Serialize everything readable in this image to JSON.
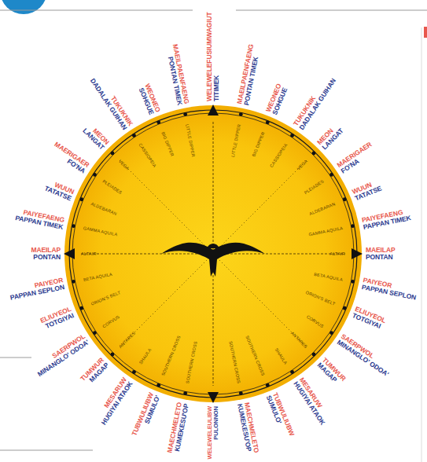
{
  "diagram": {
    "labels": [
      "WELEWELEFUSIUMWAGIUT",
      "TITIMEK",
      "MAEILPAENFAENG",
      "PONTAN TIMEK",
      "WEONEO",
      "SOHGUE",
      "TUKUKNIK",
      "DADALAK GUIHAN",
      "MEON",
      "LANGAT",
      "MAERIGAER",
      "FO'NA",
      "WUUN",
      "TATATSE",
      "PAIYEFAENG",
      "PAPPAN TIMEK",
      "MAEILAP",
      "PONTAN",
      "PAIYEOR",
      "PAPPAN SEPLON",
      "ELIUYEOL",
      "TOTGIYAI",
      "SAERPWOL",
      "MINANGLO' ODOA'",
      "TUMWUR",
      "MAGAP",
      "MESARUW",
      "HUGIYAI ATAOK",
      "TUBWULIUBW",
      "SUMULO'",
      "MAECHMELETO",
      "KUMEKESU'OP",
      "WELEWELEULIBW",
      "PULONNON",
      "MAECHMELETO",
      "KUMEKESU'OP",
      "TUBWULIUBW",
      "SUMULO'",
      "MESARUW",
      "HUGIYAI ATAOK",
      "TUMWUR",
      "MAGAP",
      "SAERPWOL",
      "MINANGLO' ODOA'",
      "ELIUYEOL",
      "TOTGIYAI",
      "PAIYEOR",
      "PAPPAN SEPLON",
      "MAEILAP",
      "PONTAN",
      "PAIYEFAENG",
      "PAPPAN TIMEK",
      "WUUN",
      "TATATSE",
      "MAERIGAER",
      "FO'NA",
      "MEON",
      "LANGAT",
      "TUKUKNIK",
      "DADALAK GUIHAN",
      "WEONEO",
      "SOHGUE",
      "MAEILPAENFAENG",
      "PONTAN TIMEK",
      "LITTLE DIPPER",
      "BIG DIPPER",
      "CASSIOPEIA",
      "VEGA",
      "PLEIADES",
      "ALDEBARAN",
      "GAMMA AQUILA",
      "ALTAIR",
      "BETA AQUILA",
      "ORION'S BELT",
      "CORVUS",
      "ANTARES",
      "SHAULA",
      "SOUTHERN CROSS",
      "SOUTHERN CROSS",
      "SOUTHERN CROSS",
      "SOUTHERN CROSS",
      "SHAULA",
      "ANTARES",
      "CORVUS",
      "ORION'S BELT",
      "BETA AQUILA",
      "ALTAIR",
      "GAMMA AQUILA",
      "ALDEBARAN",
      "PLEIADES",
      "VEGA",
      "CASSIOPEIA",
      "BIG DIPPER",
      "LITTLE DIPPER"
    ]
  }
}
